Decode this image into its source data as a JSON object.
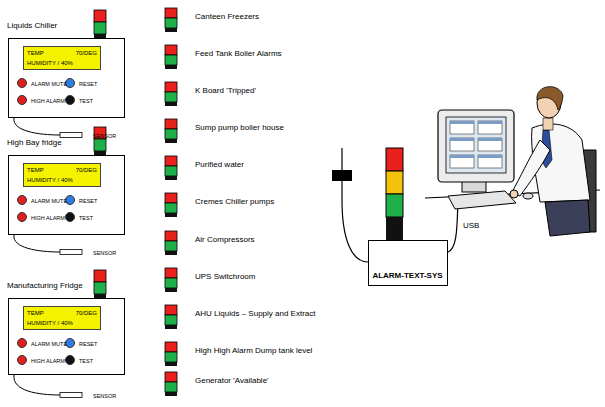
{
  "diagram": {
    "nodes": [
      {
        "text": [
          "Liquids Chiller",
          "ALARM MUTE",
          "RESET",
          "HIGH ALARM",
          "TEST",
          "SENSOR"
        ]
      },
      {
        "text": [
          "TEMP",
          "70/DEG",
          "HUMIDITY / 40%"
        ],
        "in": 0
      },
      {
        "text": [
          "High Bay fridge",
          "ALARM MUTE",
          "RESET",
          "HIGH ALARM",
          "TEST",
          "SENSOR"
        ]
      },
      {
        "text": [
          "TEMP",
          "70/DEG",
          "HUMIDITY / 40%"
        ],
        "in": 2
      },
      {
        "text": [
          "Manufacturing Fridge",
          "ALARM MUTE",
          "RESET",
          "HIGH ALARM",
          "TEST",
          "SENSOR"
        ]
      },
      {
        "text": [
          "TEMP",
          "70/DEG",
          "HUMIDITY / 40%"
        ],
        "in": 4
      },
      {
        "text": [
          "ALARM-TEXT-SYS"
        ]
      }
    ],
    "labels": [
      "Canteen Freezers",
      "Feed Tank Boiler Alarms",
      "K Board 'Tripped'",
      "Sump pump boiler house",
      "Purified water",
      "Cremes Chiller pumps",
      "Air Compressors",
      "UPS Switchroom",
      "AHU Liquids – Supply and Extract",
      "High High Alarm Dump tank level",
      "Generator 'Available'",
      "USB"
    ]
  }
}
